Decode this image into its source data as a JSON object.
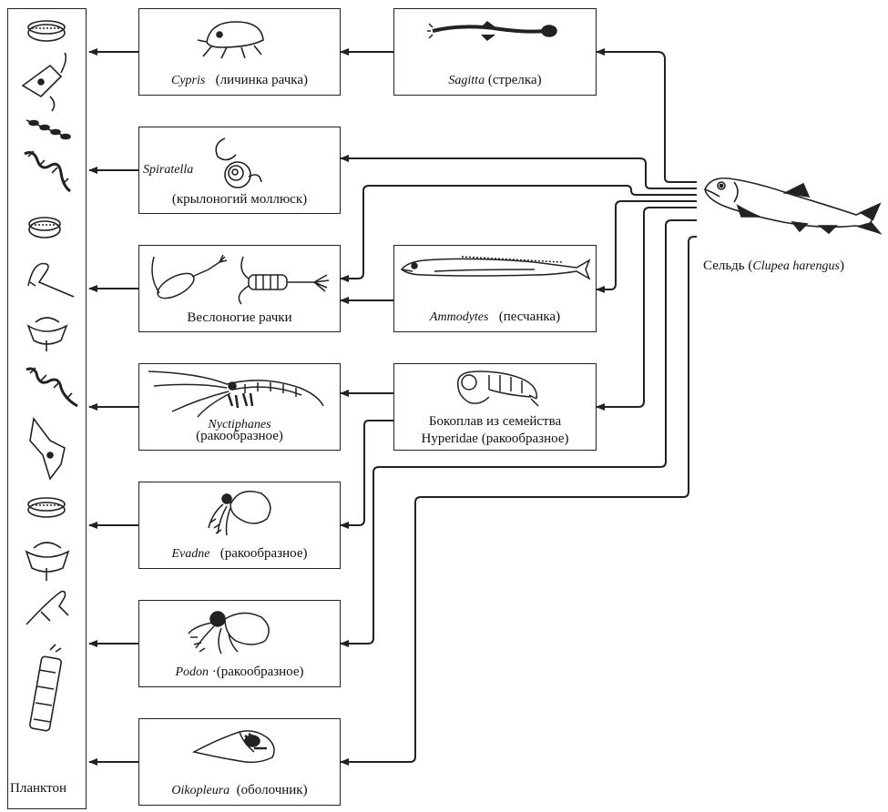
{
  "plankton": {
    "title": "Планктон"
  },
  "herring": {
    "name": "Сельдь",
    "latin": "Clupea harengus"
  },
  "column1": [
    {
      "latin": "Cypris",
      "common": "(личинка рачка)"
    },
    {
      "latin": "Spiratella",
      "common": "(крылоногий моллюск)"
    },
    {
      "latin": "",
      "common": "Веслоногие рачки"
    },
    {
      "latin": "Nyctiphanes",
      "common": "(ракообразное)"
    },
    {
      "latin": "Evadne",
      "common": "(ракообразное)"
    },
    {
      "latin": "Podon",
      "common": "·(ракообразное)"
    },
    {
      "latin": "Oikopleura",
      "common": "(оболочник)"
    }
  ],
  "column2": [
    {
      "latin": "Sagitta",
      "common": "(стрелка)"
    },
    {
      "latin": "Ammodytes",
      "common": "(песчанка)"
    },
    {
      "line1": "Бокоплав из семейства",
      "line2": "Hyperidae (ракообразное)"
    }
  ],
  "colors": {
    "stroke": "#222222",
    "background": "#ffffff"
  }
}
